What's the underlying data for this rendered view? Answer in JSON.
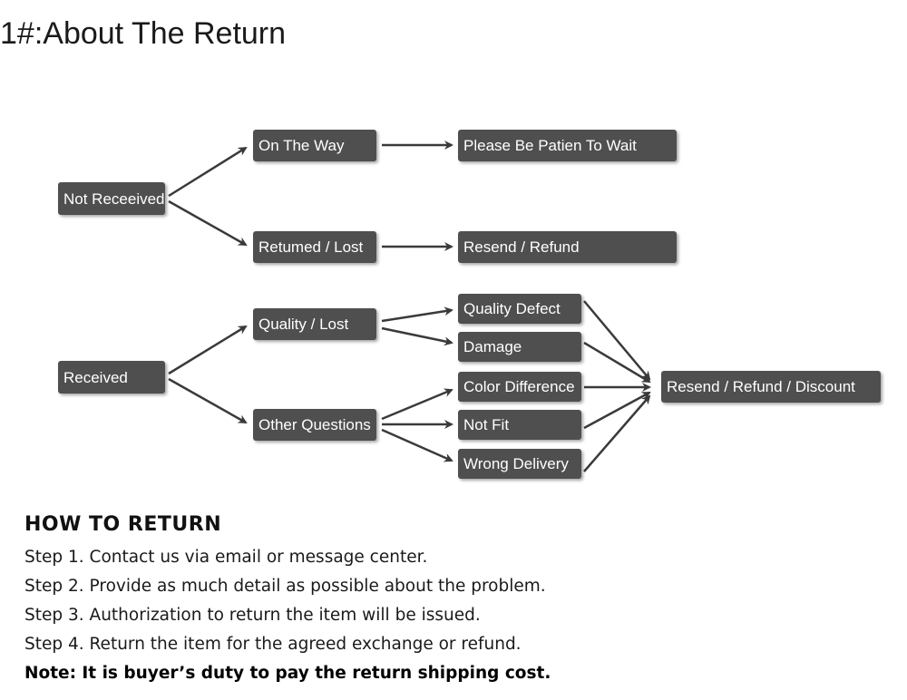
{
  "page_title": "1#:About The Return",
  "flowchart": {
    "roots": {
      "not_received": "Not Receeived",
      "received": "Received"
    },
    "branches": {
      "on_the_way": "On The Way",
      "returned_lost": "Retumed / Lost",
      "quality_lost": "Quality / Lost",
      "other_questions": "Other Questions"
    },
    "outcomes": {
      "please_wait": "Please Be Patien To Wait",
      "resend_refund": "Resend / Refund",
      "quality_defect": "Quality Defect",
      "damage": "Damage",
      "color_difference": "Color Difference",
      "not_fit": "Not Fit",
      "wrong_delivery": "Wrong Delivery",
      "final": "Resend / Refund / Discount"
    },
    "colors": {
      "box": "#4f4f4f",
      "text": "#ffffff",
      "arrow": "#3a3a3a"
    }
  },
  "how_to_return": {
    "heading": "HOW TO RETURN",
    "steps": [
      "Step 1. Contact us via email or message center.",
      "Step 2. Provide as much detail as possible about the problem.",
      "Step 3. Authorization to return the item will be issued.",
      "Step 4. Return the item for the agreed exchange or refund."
    ],
    "note": "Note: It is buyer’s duty to pay the return shipping cost."
  }
}
